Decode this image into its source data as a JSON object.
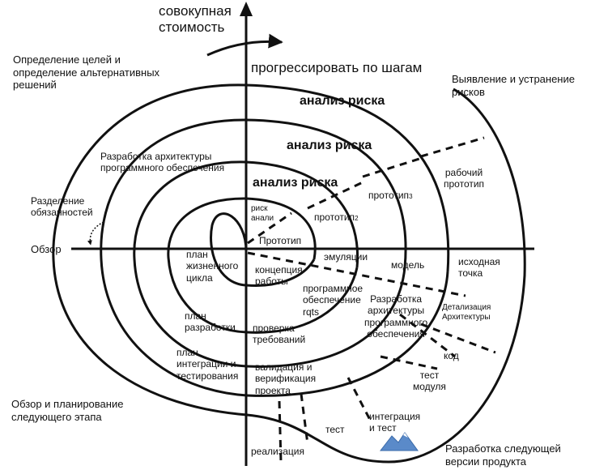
{
  "colors": {
    "ink": "#111111",
    "background": "#ffffff",
    "mountain": "#5a8ac9"
  },
  "axes": {
    "y_title": "совокупная\nстоимость",
    "progress": "прогрессировать по шагам",
    "review": "Обзор"
  },
  "quadrants": {
    "top_left": "Определение целей и\nопределение альтернативных\nрешений",
    "top_right": "Выявление и устранение\nрисков",
    "bottom_left": "Обзор и планирование\nследующего этапа",
    "bottom_right": "Разработка следующей\nверсии продукта",
    "partition": "Разделение\nобязанностей"
  },
  "risk_analysis": {
    "outer": "анализ риска",
    "middle": "анализ риска",
    "inner": "анализ риска",
    "center": "риск\nанали"
  },
  "prototypes": {
    "p1": "Прототип",
    "p2": "прототип",
    "p2_sub": "2",
    "p3": "прототип",
    "p3_sub": "3",
    "working": "рабочий\nпрототип"
  },
  "right_lower": {
    "emulation": "эмуляции",
    "model": "модель",
    "start_point": "исходная\nточка",
    "software_reqs": "программное\nобеспечение\nrqts",
    "sw_arch": "Разработка\nархитектуры\nпрограммного\nобеспечения",
    "arch_detail": "Детализация\nАрхитектуры",
    "code": "код",
    "unit_test": "тест\nмодуля",
    "integration_test": "интеграция\nи тест",
    "test": "тест",
    "implementation": "реализация"
  },
  "left_lower": {
    "life_cycle_plan": "план\nжизненного\nцикла",
    "work_concept": "концепция\nработы",
    "dev_plan": "план\nразработки",
    "req_verification": "проверка\nтребований",
    "integration_plan": "план\nинтеграции и\nтестирования",
    "validation": "валидация и\nверификация\nпроекта"
  },
  "upper_left": {
    "architecture": "Разработка архитектуры\nпрограммного обеспечения"
  }
}
